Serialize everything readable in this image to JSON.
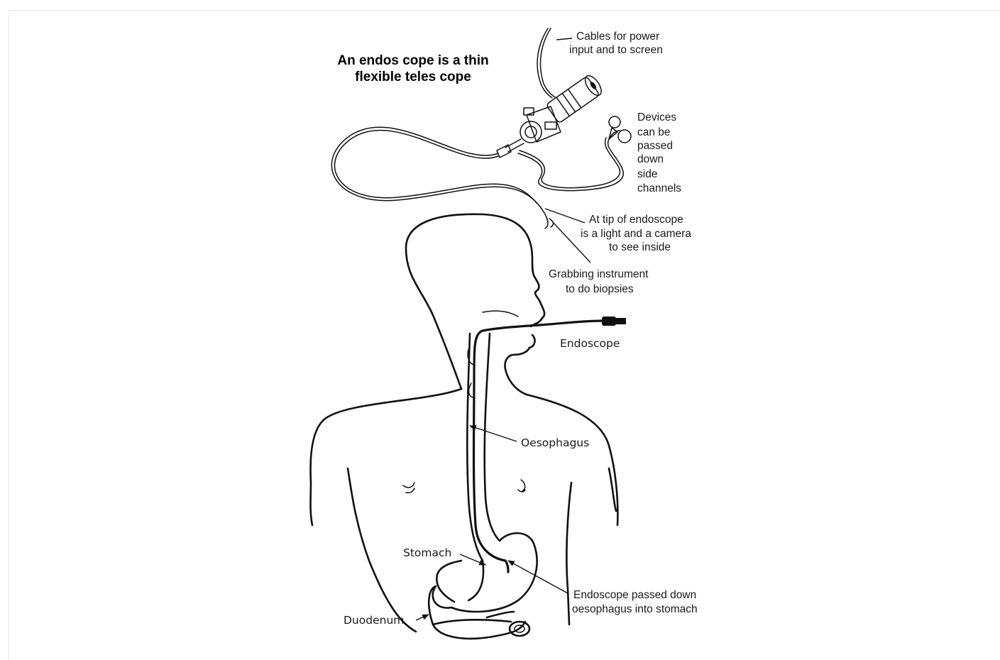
{
  "title": {
    "line1": "An endos cope is a thin",
    "line2": "flexible teles cope"
  },
  "labels": {
    "cables_l1": "Cables for power",
    "cables_l2": "input and to screen",
    "devices_l1": "Devices",
    "devices_l2": "can be",
    "devices_l3": "passed",
    "devices_l4": "down",
    "devices_l5": "side",
    "devices_l6": "channels",
    "tip_l1": "At tip of endoscope",
    "tip_l2": "is a light and a camera",
    "tip_l3": "to see inside",
    "grab_l1": "Grabbing instrument",
    "grab_l2": "to do biopsies",
    "endoscope": "Endoscope",
    "oesophagus": "Oesophagus",
    "stomach": "Stomach",
    "duodenum": "Duodenum",
    "passed_l1": "Endoscope passed down",
    "passed_l2": "oesophagus into stomach"
  }
}
